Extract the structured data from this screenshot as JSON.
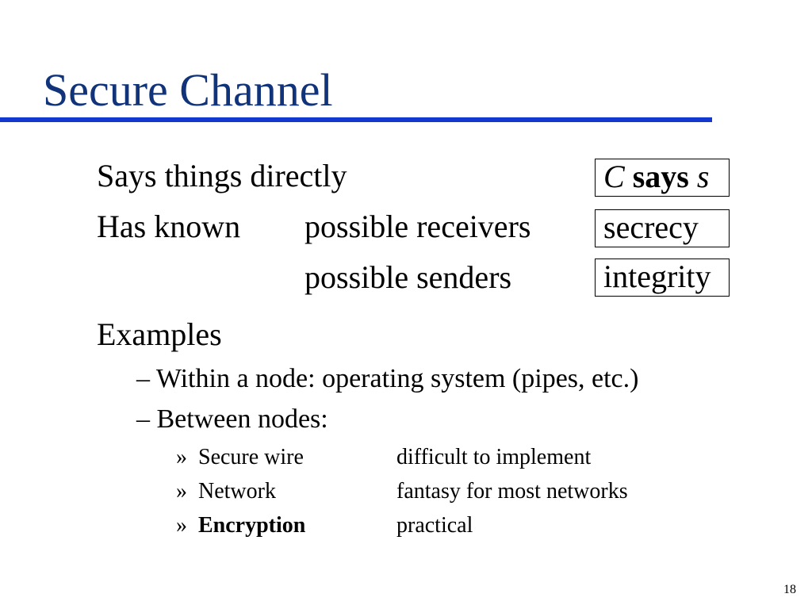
{
  "slide": {
    "title": "Secure Channel",
    "page_number": "18"
  },
  "main": {
    "says_directly": "Says things directly",
    "has_known": "Has known",
    "possible_receivers": "possible receivers",
    "possible_senders": "possible senders",
    "examples": "Examples"
  },
  "boxes": {
    "says": {
      "principal": "C",
      "verb": "says",
      "statement": "s"
    },
    "secrecy": "secrecy",
    "integrity": "integrity"
  },
  "examples": {
    "within_node": "– Within a node: operating system (pipes, etc.)",
    "between_nodes": "– Between nodes:",
    "items": [
      {
        "marker": "»",
        "name": "Secure wire",
        "desc": "difficult to implement",
        "bold": false
      },
      {
        "marker": "»",
        "name": "Network",
        "desc": "fantasy for most networks",
        "bold": false
      },
      {
        "marker": "»",
        "name": "Encryption",
        "desc": "practical",
        "bold": true
      }
    ]
  },
  "colors": {
    "title": "#10337a",
    "rule": "#1238d0"
  }
}
